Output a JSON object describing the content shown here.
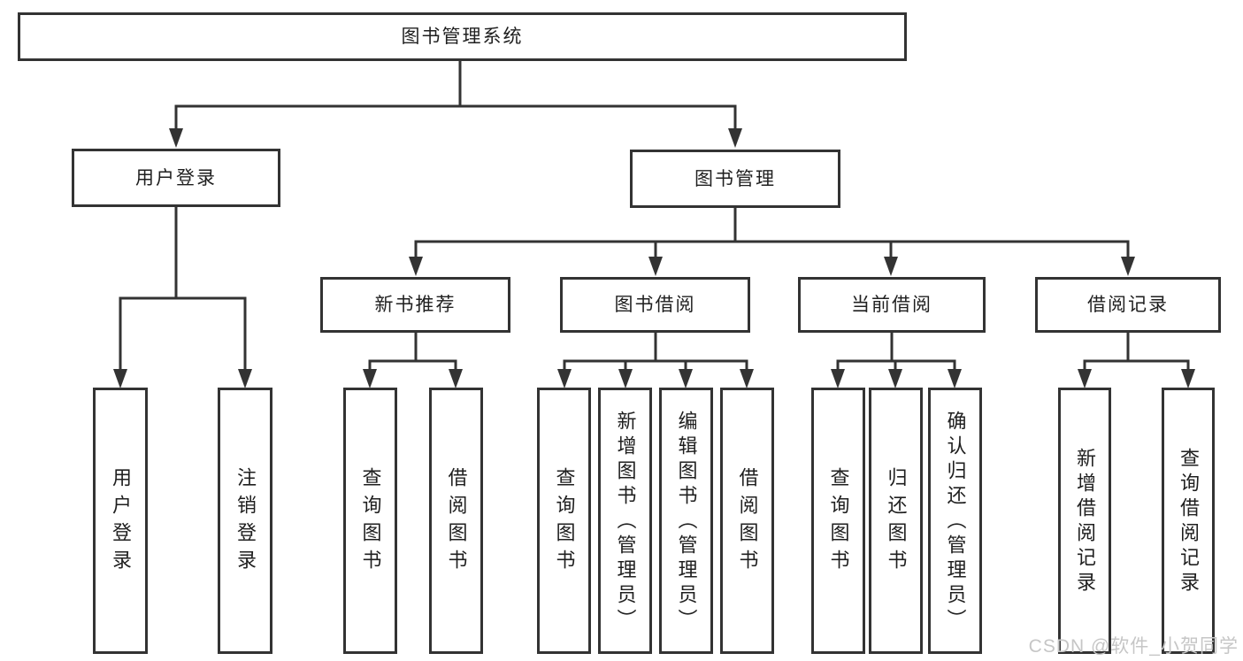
{
  "diagram": {
    "root_label": "图书管理系统",
    "level2": {
      "user_login": "用户登录",
      "book_mgmt": "图书管理"
    },
    "level3": [
      {
        "label": "新书推荐"
      },
      {
        "label": "图书借阅"
      },
      {
        "label": "当前借阅"
      },
      {
        "label": "借阅记录"
      }
    ],
    "leaves": {
      "user_login": [
        "用户登录",
        "注销登录"
      ],
      "new_book": [
        "查询图书",
        "借阅图书"
      ],
      "book_borrow": [
        "查询图书",
        "新增图书（管理员）",
        "编辑图书（管理员）",
        "借阅图书"
      ],
      "current_borrow": [
        "查询图书",
        "归还图书",
        "确认归还（管理员）"
      ],
      "borrow_record": [
        "新增借阅记录",
        "查询借阅记录"
      ]
    }
  },
  "colors": {
    "line": "#333333",
    "text": "#1f1f1f",
    "watermark": "#c6c6c6",
    "background": "#ffffff"
  },
  "watermark_text": "CSDN @软件_小贺同学"
}
